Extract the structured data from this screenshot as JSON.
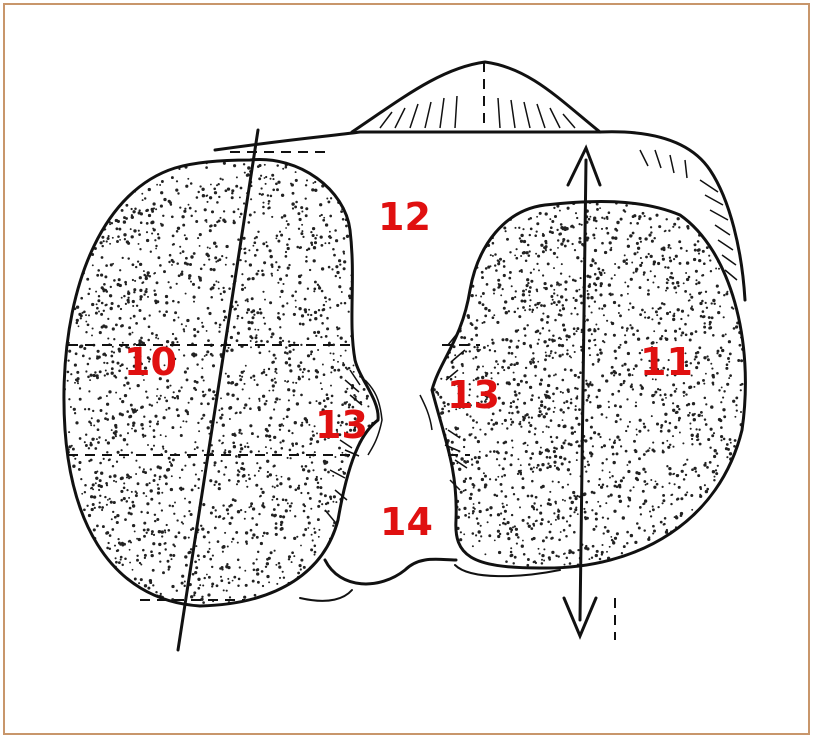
{
  "labels": {
    "l10": "10",
    "l11": "11",
    "l12": "12",
    "l13_left": "13",
    "l13_right": "13",
    "l14": "14"
  },
  "colors": {
    "frame": "#c8966b",
    "ink": "#111111",
    "label": "#e01010"
  }
}
